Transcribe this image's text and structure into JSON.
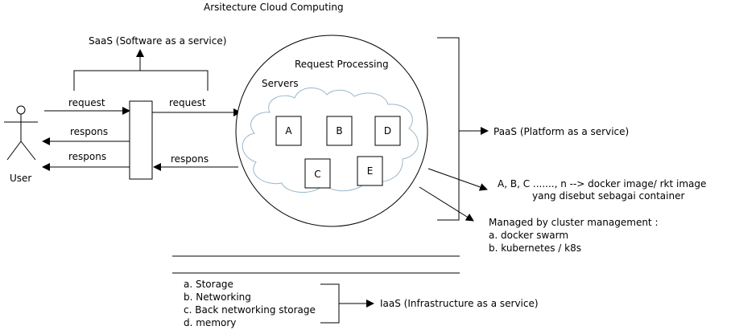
{
  "title": "Arsitecture Cloud Computing",
  "saas_label": "SaaS (Software as a service)",
  "user_label": "User",
  "left_arrows": {
    "request": "request",
    "respons_1": "respons",
    "respons_2": "respons"
  },
  "right_arrows": {
    "request": "request",
    "respons": "respons"
  },
  "circle": {
    "title": "Request Processing",
    "servers_label": "Servers",
    "boxes": [
      "A",
      "B",
      "D",
      "C",
      "E"
    ]
  },
  "paas_label": "PaaS (Platform as a service)",
  "container_note": {
    "line1": "A, B, C ......., n --> docker image/ rkt image",
    "line2": "yang disebut sebagai container"
  },
  "cluster": {
    "title": "Managed by cluster management :",
    "items": [
      "a. docker swarm",
      "b. kubernetes / k8s"
    ]
  },
  "iaas": {
    "items": [
      "a. Storage",
      "b. Networking",
      "c. Back networking storage",
      "d. memory"
    ],
    "label": "IaaS (Infrastructure as a service)"
  },
  "colors": {
    "stroke": "#000000",
    "cloud": "#9ab7c9"
  }
}
